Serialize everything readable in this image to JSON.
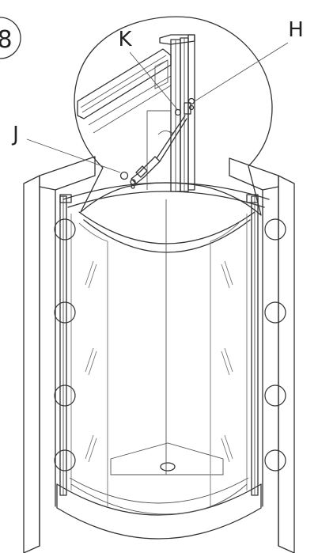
{
  "step": {
    "number": "8"
  },
  "callouts": {
    "h": "H",
    "j": "J",
    "k": "K"
  },
  "fixing_points": {
    "left_count": 4,
    "right_count": 4
  }
}
